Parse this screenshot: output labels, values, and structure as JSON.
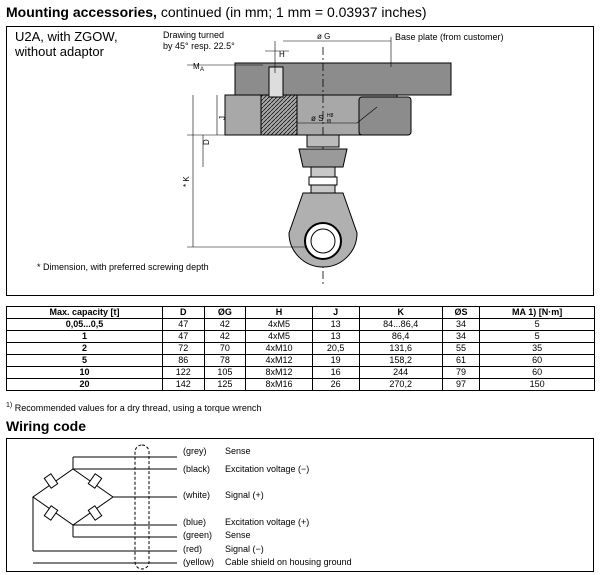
{
  "header": {
    "title_bold": "Mounting accessories,",
    "title_rest": " continued (in mm; 1 mm = 0.03937 inches)"
  },
  "drawing": {
    "variant": "U2A, with ZGOW,\nwithout adaptor",
    "note_turned": "Drawing turned\nby 45° resp. 22.5°",
    "base_plate": "Base plate (from customer)",
    "label_H": "H",
    "label_G": "ø G",
    "label_MA": "M",
    "label_MA_sub": "A",
    "label_J": "J",
    "label_D": "D",
    "label_S": "ø S",
    "label_S_tol_top": "H8",
    "label_S_tol_bot": "f8",
    "label_K": "* K",
    "dimension_note": "* Dimension, with preferred screwing depth"
  },
  "table": {
    "headers": [
      "Max. capacity [t]",
      "D",
      "ØG",
      "H",
      "J",
      "K",
      "ØS",
      "MA 1) [N·m]"
    ],
    "rows": [
      [
        "0,05...0,5",
        "47",
        "42",
        "4xM5",
        "13",
        "84...86,4",
        "34",
        "5"
      ],
      [
        "1",
        "47",
        "42",
        "4xM5",
        "13",
        "86,4",
        "34",
        "5"
      ],
      [
        "2",
        "72",
        "70",
        "4xM10",
        "20,5",
        "131,6",
        "55",
        "35"
      ],
      [
        "5",
        "86",
        "78",
        "4xM12",
        "19",
        "158,2",
        "61",
        "60"
      ],
      [
        "10",
        "122",
        "105",
        "8xM12",
        "16",
        "244",
        "79",
        "60"
      ],
      [
        "20",
        "142",
        "125",
        "8xM16",
        "26",
        "270,2",
        "97",
        "150"
      ]
    ]
  },
  "footnote": {
    "marker": "1)",
    "text": " Recommended values for a dry thread, using a torque wrench"
  },
  "wiring": {
    "title": "Wiring code",
    "wires": [
      {
        "color": "(grey)",
        "function": "Sense"
      },
      {
        "color": "(black)",
        "function": "Excitation voltage (−)"
      },
      {
        "color": "(white)",
        "function": "Signal (+)"
      },
      {
        "color": "(blue)",
        "function": "Excitation voltage (+)"
      },
      {
        "color": "(green)",
        "function": "Sense"
      },
      {
        "color": "(red)",
        "function": "Signal (−)"
      },
      {
        "color": "(yellow)",
        "function": "Cable shield on housing ground"
      }
    ]
  }
}
